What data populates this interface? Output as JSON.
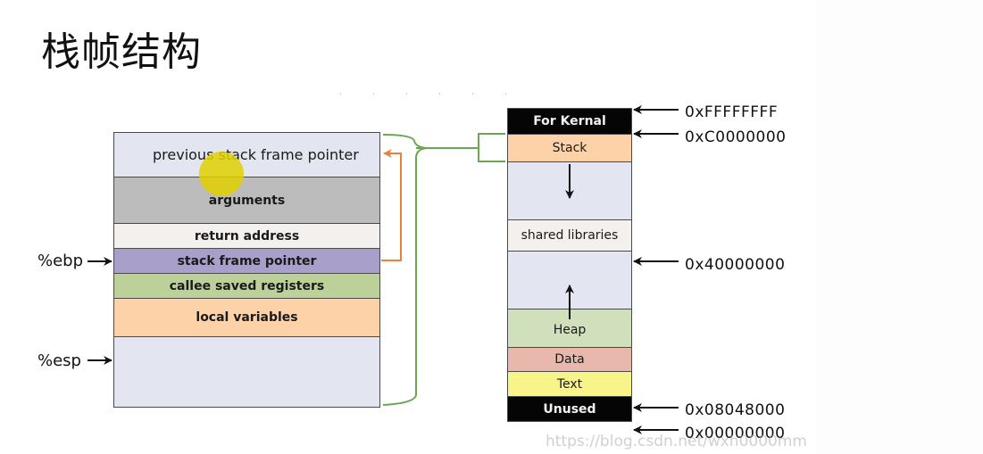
{
  "title": "栈帧结构",
  "stack_frame": {
    "blocks": [
      {
        "label": "previous stack frame pointer",
        "color": "#e3e6f0"
      },
      {
        "label": "arguments",
        "color": "#bcbcbc"
      },
      {
        "label": "return address",
        "color": "#f4f0ee"
      },
      {
        "label": "stack frame pointer",
        "color": "#a89fca"
      },
      {
        "label": "callee saved registers",
        "color": "#bcd19a"
      },
      {
        "label": "local variables",
        "color": "#fdd2a9"
      },
      {
        "label": "",
        "color": "#e3e6f0"
      }
    ],
    "registers": [
      {
        "name": "%ebp",
        "points_to": "stack frame pointer"
      },
      {
        "name": "%esp",
        "points_to": "bottom of frame"
      }
    ]
  },
  "memory_map": {
    "blocks": [
      {
        "label": "For Kernal",
        "color": "#050505",
        "text_color": "#f2f2f2"
      },
      {
        "label": "Stack",
        "color": "#fdd2a9",
        "text_color": "#1a1a1a"
      },
      {
        "label": "",
        "color": "#e3e6f0",
        "arrow": "down"
      },
      {
        "label": "shared libraries",
        "color": "#f4f0ee",
        "text_color": "#1a1a1a"
      },
      {
        "label": "",
        "color": "#e3e6f0",
        "arrow": "up"
      },
      {
        "label": "Heap",
        "color": "#d1e0bc",
        "text_color": "#1a1a1a"
      },
      {
        "label": "Data",
        "color": "#e8b8ad",
        "text_color": "#1a1a1a"
      },
      {
        "label": "Text",
        "color": "#f7f589",
        "text_color": "#1a1a1a"
      },
      {
        "label": "Unused",
        "color": "#050505",
        "text_color": "#f2f2f2"
      }
    ],
    "addresses": [
      "0xFFFFFFFF",
      "0xC0000000",
      "0x40000000",
      "0x08048000",
      "0x00000000"
    ]
  },
  "colors": {
    "bracket": "#6aa84f",
    "pointer_arrow": "#e8823a",
    "highlight": "#e2d000"
  },
  "watermark": "https://blog.csdn.net/wxh0000mm"
}
